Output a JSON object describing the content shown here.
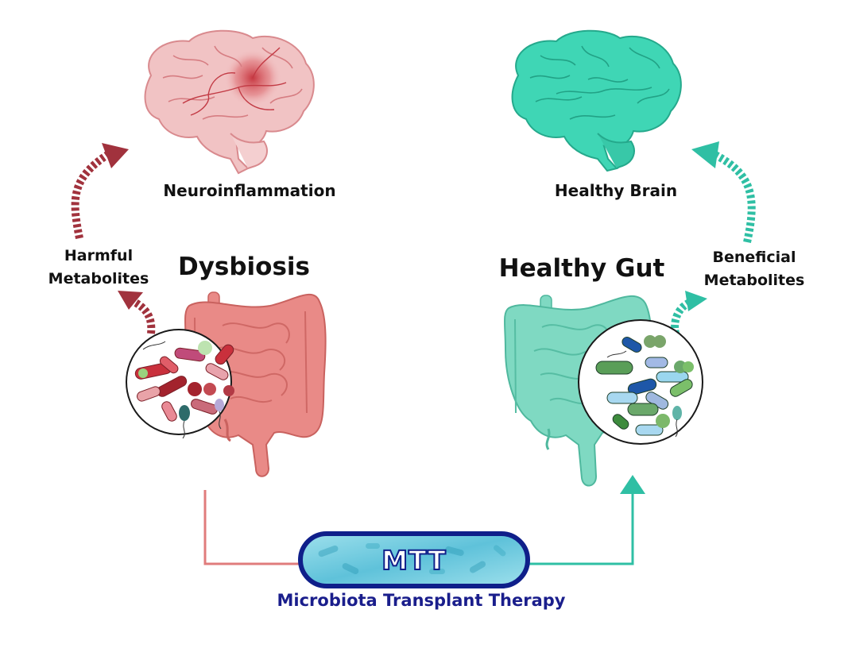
{
  "labels": {
    "neuroinflammation": "Neuroinflammation",
    "healthy_brain": "Healthy Brain",
    "dysbiosis": "Dysbiosis",
    "healthy_gut": "Healthy Gut",
    "harmful_line1": "Harmful",
    "harmful_line2": "Metabolites",
    "beneficial_line1": "Beneficial",
    "beneficial_line2": "Metabolites",
    "mtt": "MTT",
    "mtt_full": "Microbiota Transplant Therapy"
  },
  "colors": {
    "harmful": "#a1323d",
    "healthy": "#2fbfa4",
    "inflamed_brain": "#f1c3c4",
    "healthy_brain": "#3fd6b5",
    "dysbiosis_gut": "#e98a87",
    "healthy_gut": "#7fd9c2",
    "mtt_border": "#0f1f8a",
    "mtt_fill": "#7ad3e6",
    "mtt_text": "#1a1e8c",
    "connector_left": "#e07c7c",
    "connector_right": "#2fbfa4"
  },
  "icons": [
    "inflamed-brain-icon",
    "healthy-brain-icon",
    "dysbiosis-intestine-icon",
    "healthy-intestine-icon",
    "bacteria-magnifier-icon",
    "capsule-icon"
  ]
}
